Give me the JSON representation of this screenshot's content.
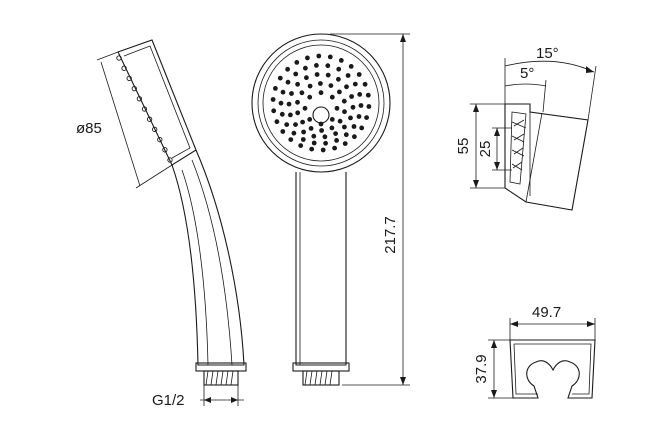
{
  "colors": {
    "line": "#1a1a1a",
    "background": "#ffffff"
  },
  "labels": {
    "head_diameter": "ø85",
    "thread": "G1/2",
    "total_length": "217.7",
    "bracket_angle_outer": "15°",
    "bracket_angle_inner": "5°",
    "bracket_height_outer": "55",
    "bracket_height_inner": "25",
    "bracket_width": "49.7",
    "bracket_depth": "37.9"
  }
}
